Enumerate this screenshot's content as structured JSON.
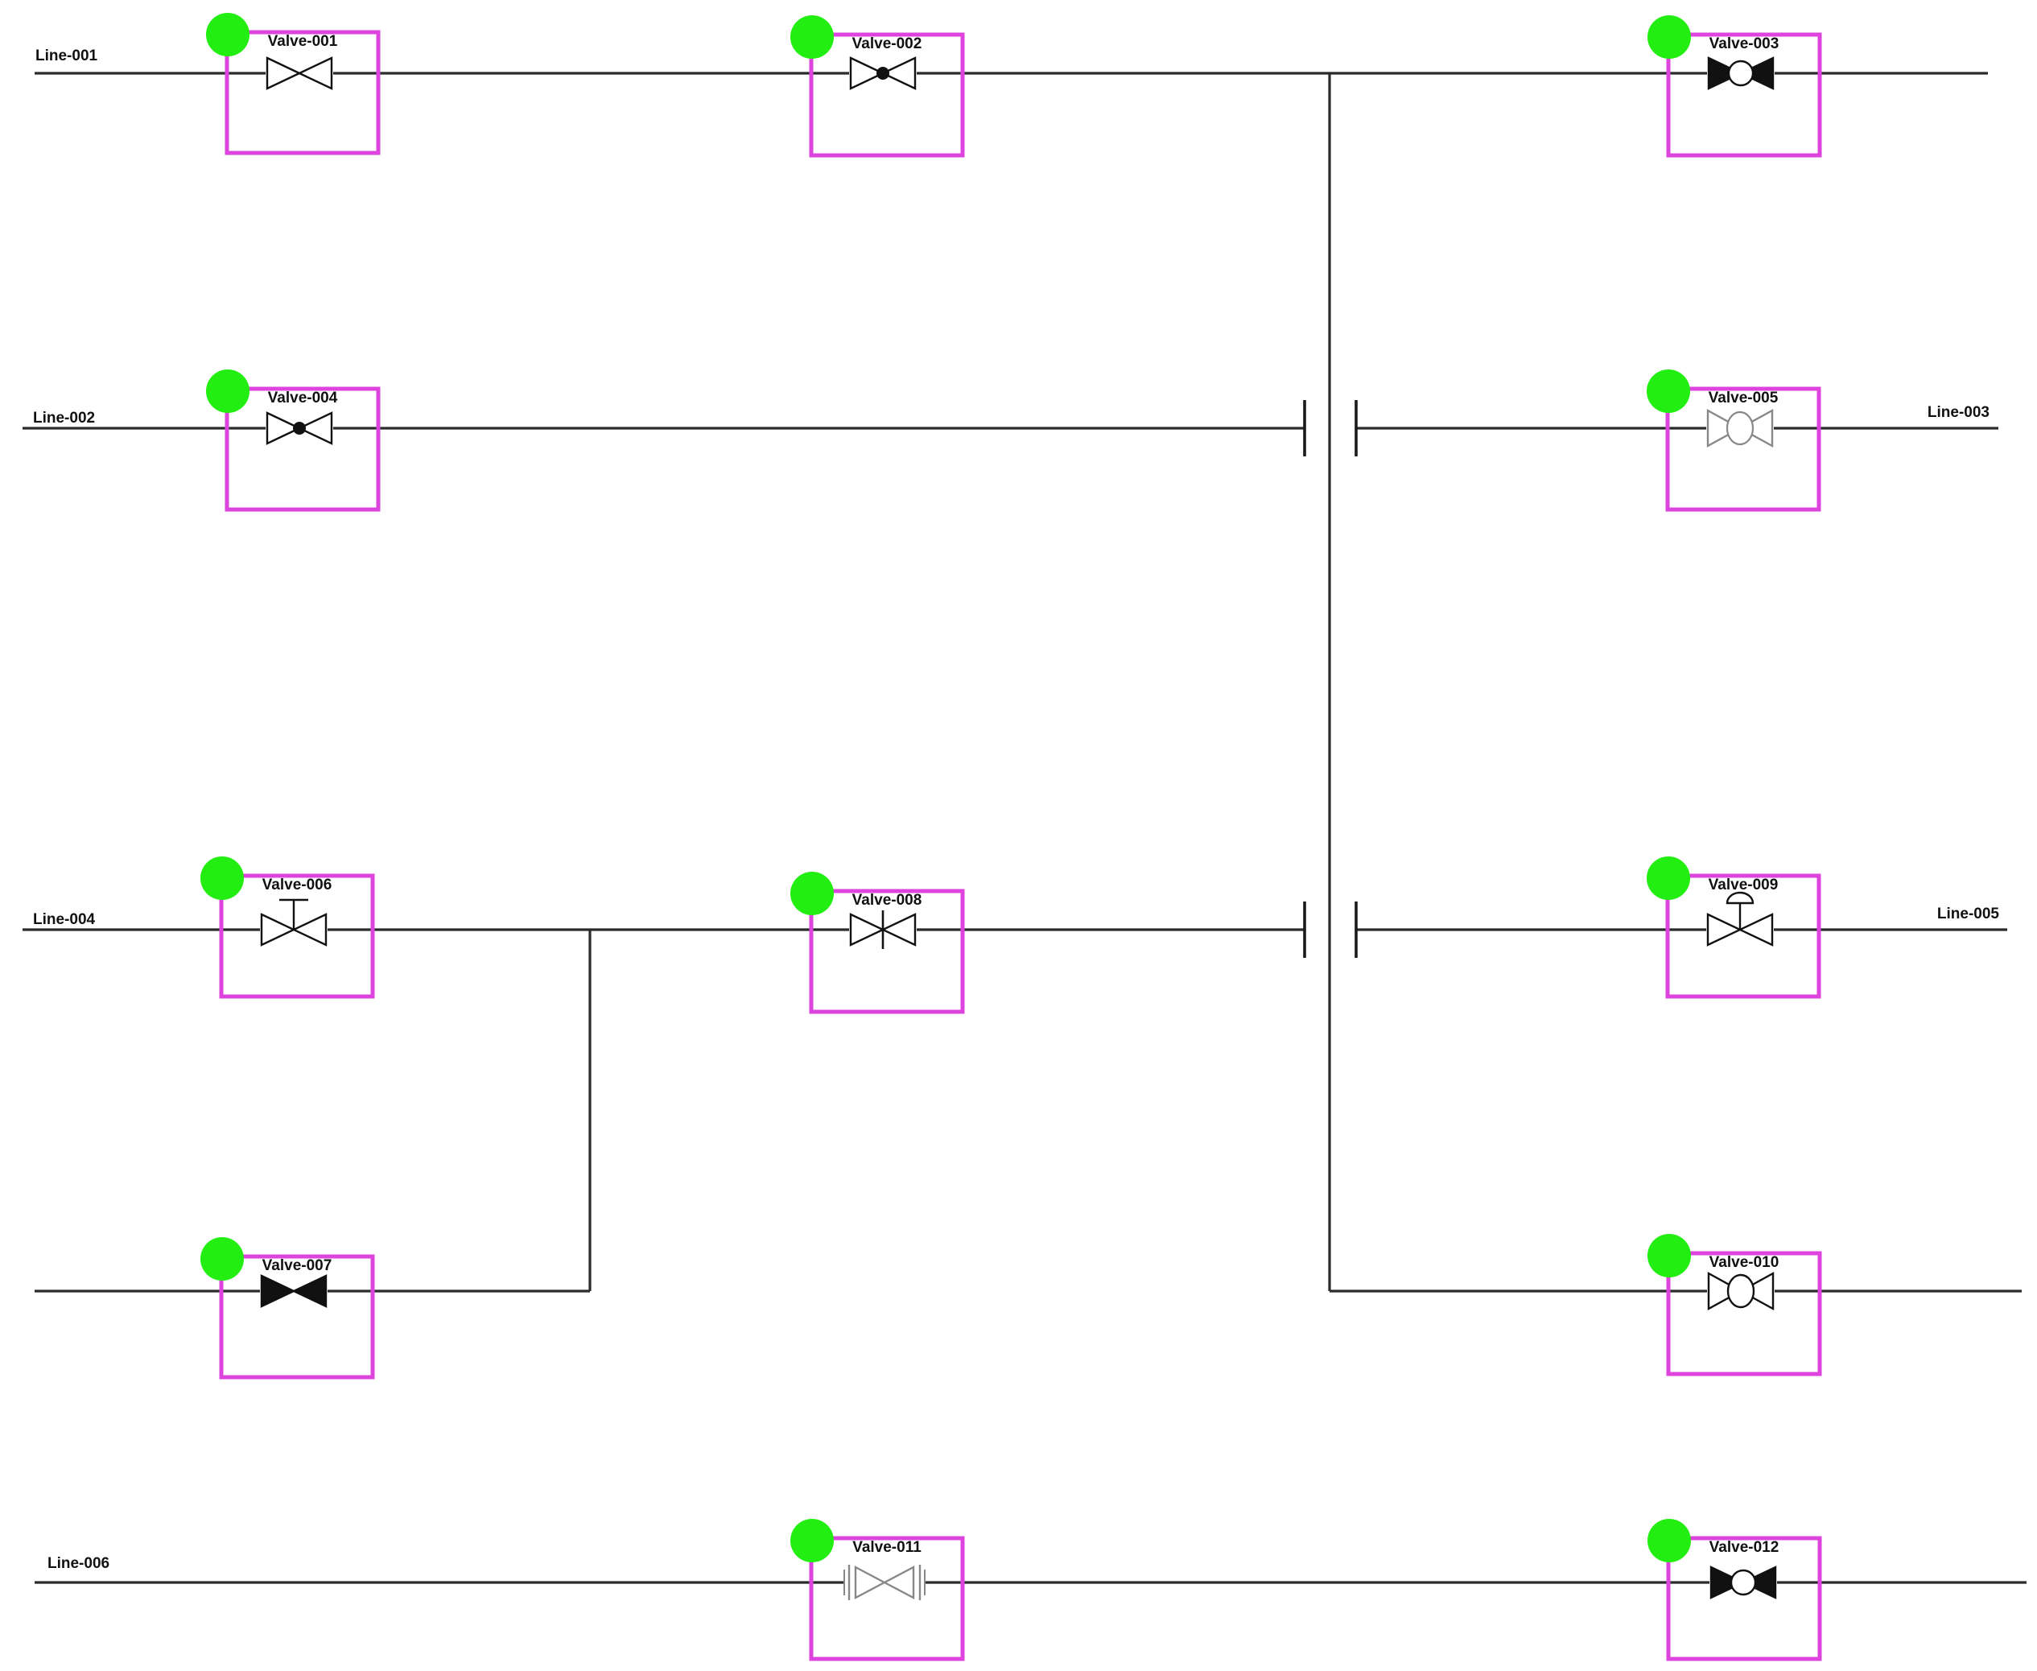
{
  "colors": {
    "selection": "#dd44dd",
    "handle": "#22ee11",
    "pipe": "#2b2b2b",
    "symbol": "#111111",
    "symbol_light": "#888888"
  },
  "line_labels": [
    "Line-001",
    "Line-002",
    "Line-003",
    "Line-004",
    "Line-005",
    "Line-006"
  ],
  "valves": [
    {
      "label": "Valve-001",
      "symbol": "gate"
    },
    {
      "label": "Valve-002",
      "symbol": "globe"
    },
    {
      "label": "Valve-003",
      "symbol": "ball-solid"
    },
    {
      "label": "Valve-004",
      "symbol": "globe"
    },
    {
      "label": "Valve-005",
      "symbol": "ball-outline-light"
    },
    {
      "label": "Valve-006",
      "symbol": "manual-handwheel"
    },
    {
      "label": "Valve-007",
      "symbol": "gate-solid"
    },
    {
      "label": "Valve-008",
      "symbol": "needle"
    },
    {
      "label": "Valve-009",
      "symbol": "actuated-diaphragm"
    },
    {
      "label": "Valve-010",
      "symbol": "ball-outline"
    },
    {
      "label": "Valve-011",
      "symbol": "flanged-gate-light"
    },
    {
      "label": "Valve-012",
      "symbol": "ball-solid"
    }
  ]
}
